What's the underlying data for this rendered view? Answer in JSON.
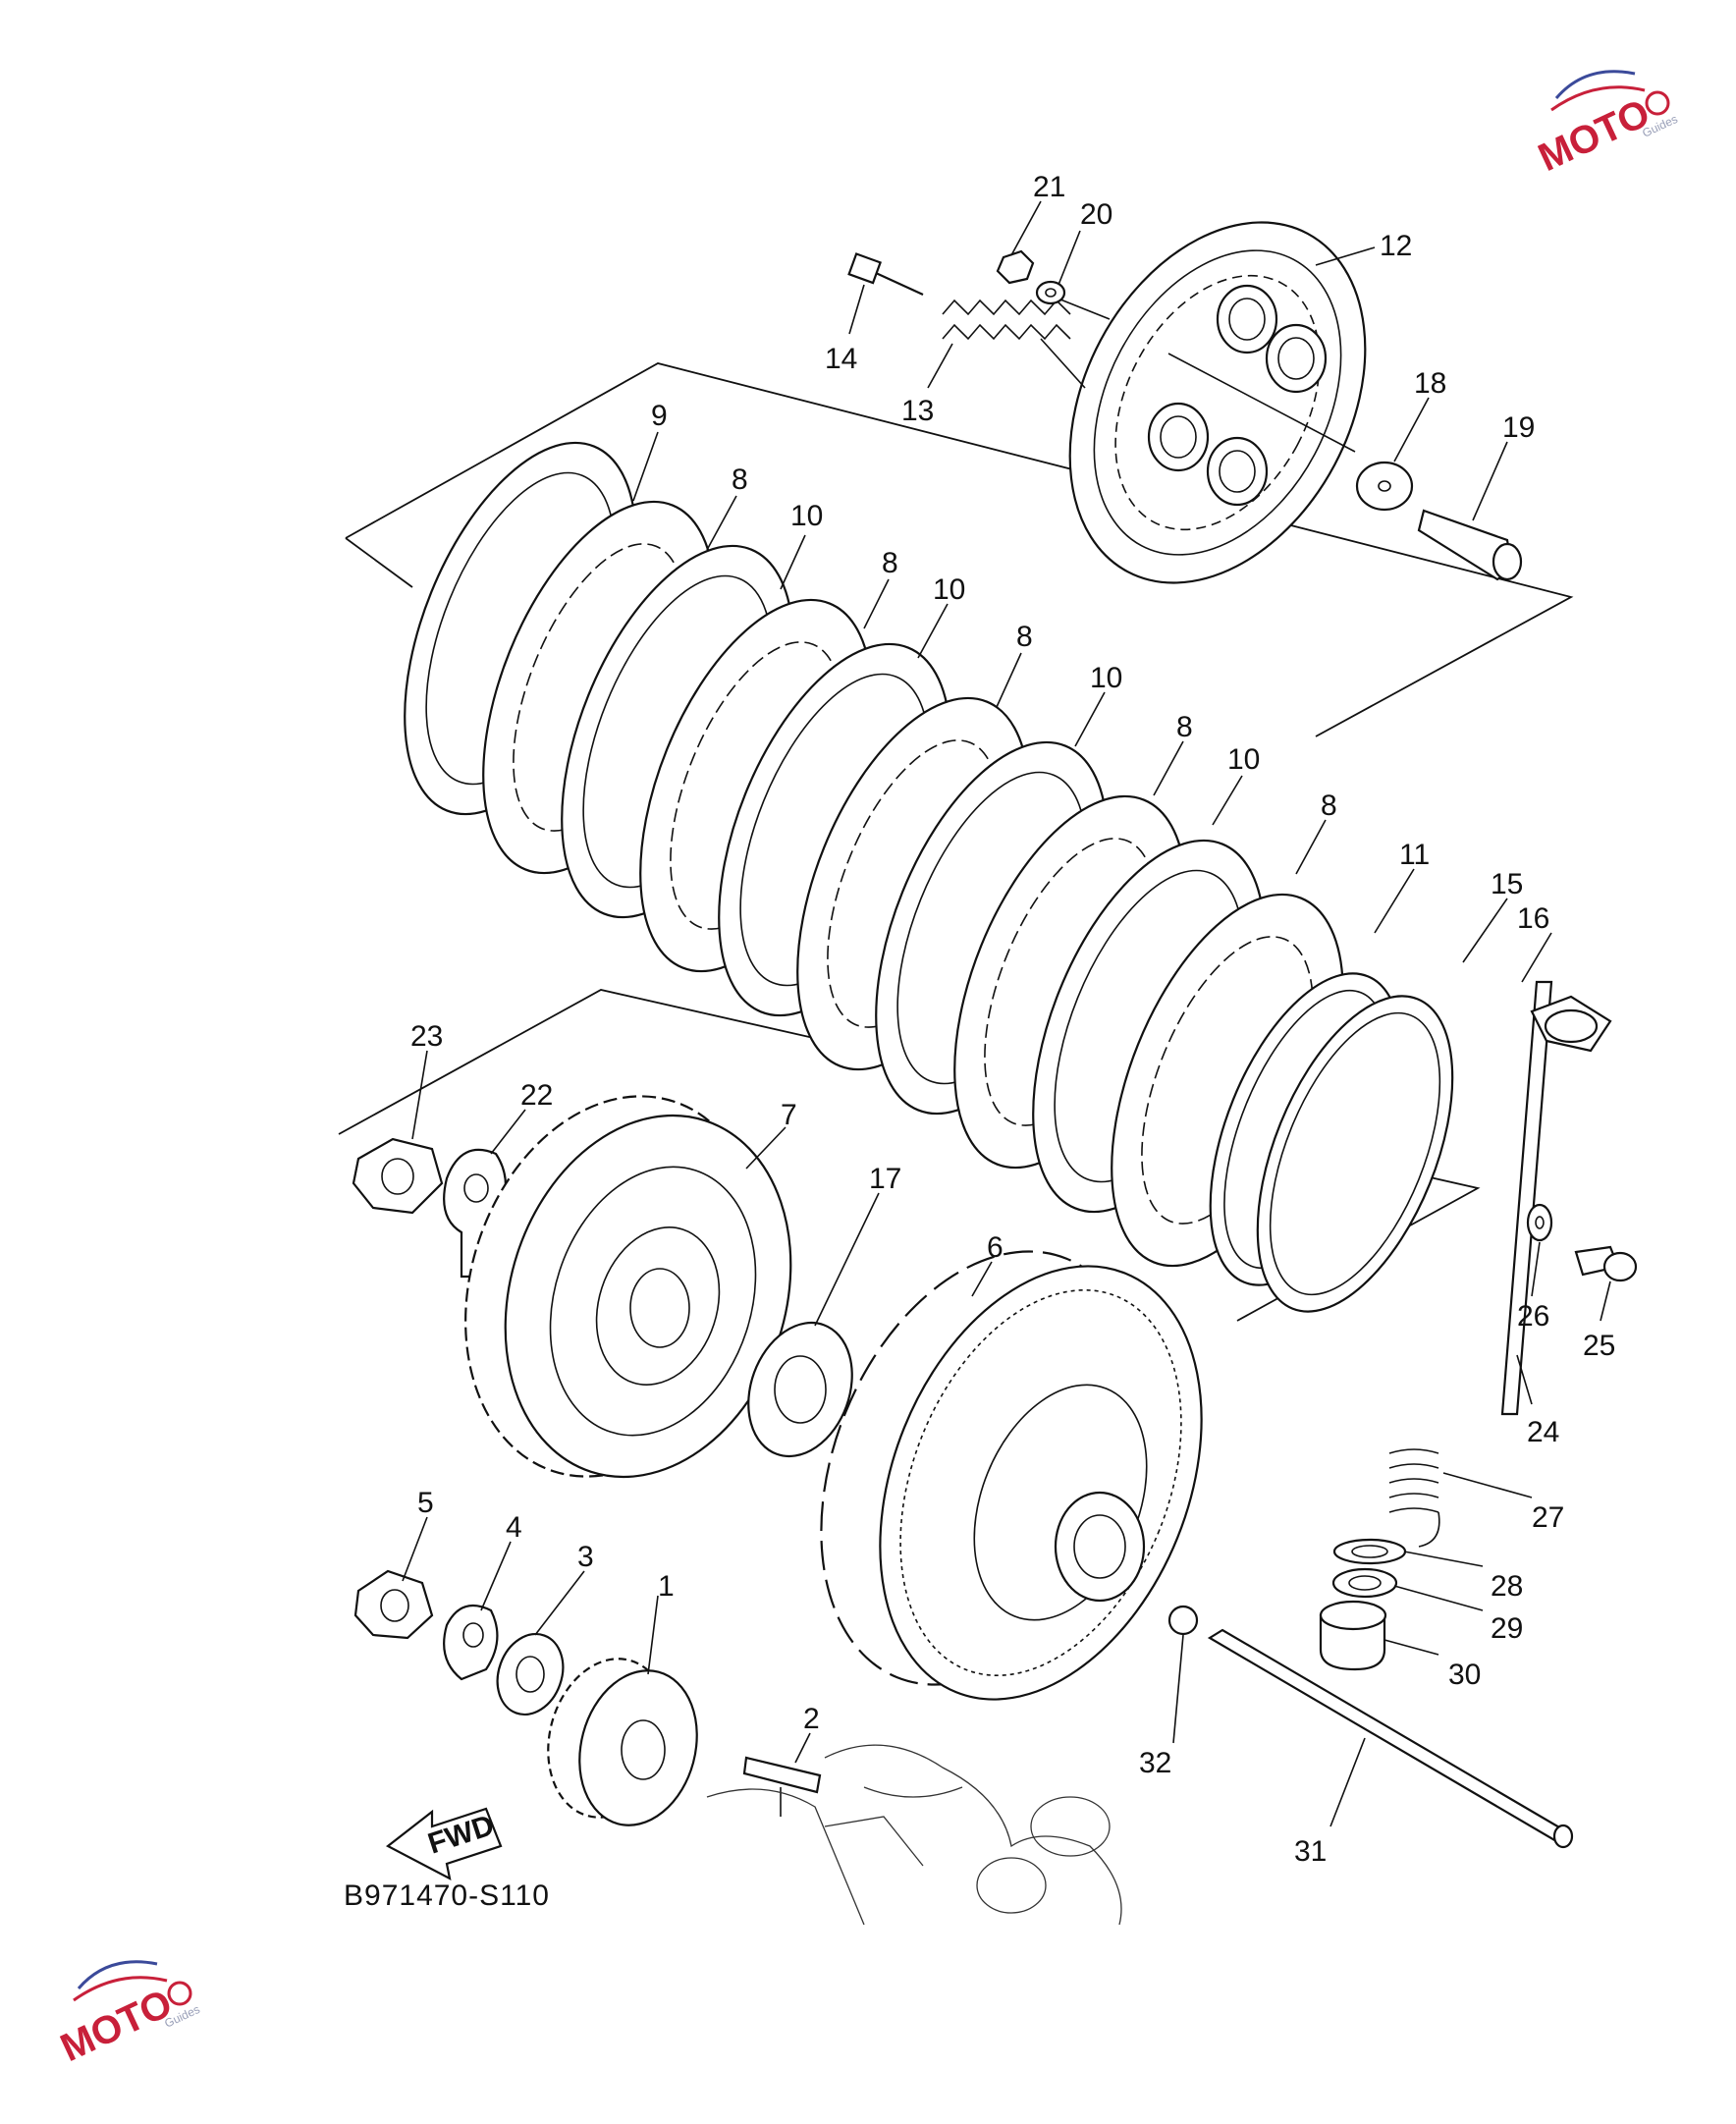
{
  "diagram": {
    "code": "B971470-S110",
    "fwd_label": "FWD",
    "labels": [
      "1",
      "2",
      "3",
      "4",
      "5",
      "6",
      "7",
      "8",
      "9",
      "10",
      "11",
      "12",
      "13",
      "14",
      "15",
      "16",
      "17",
      "18",
      "19",
      "20",
      "21",
      "22",
      "23",
      "24",
      "25",
      "26",
      "27",
      "28",
      "29",
      "30",
      "31",
      "32"
    ],
    "watermark": {
      "brand": "MOTO",
      "suffix": "Guides",
      "brand_color": "#c8203a",
      "accent_color": "#3b4a9a"
    }
  }
}
